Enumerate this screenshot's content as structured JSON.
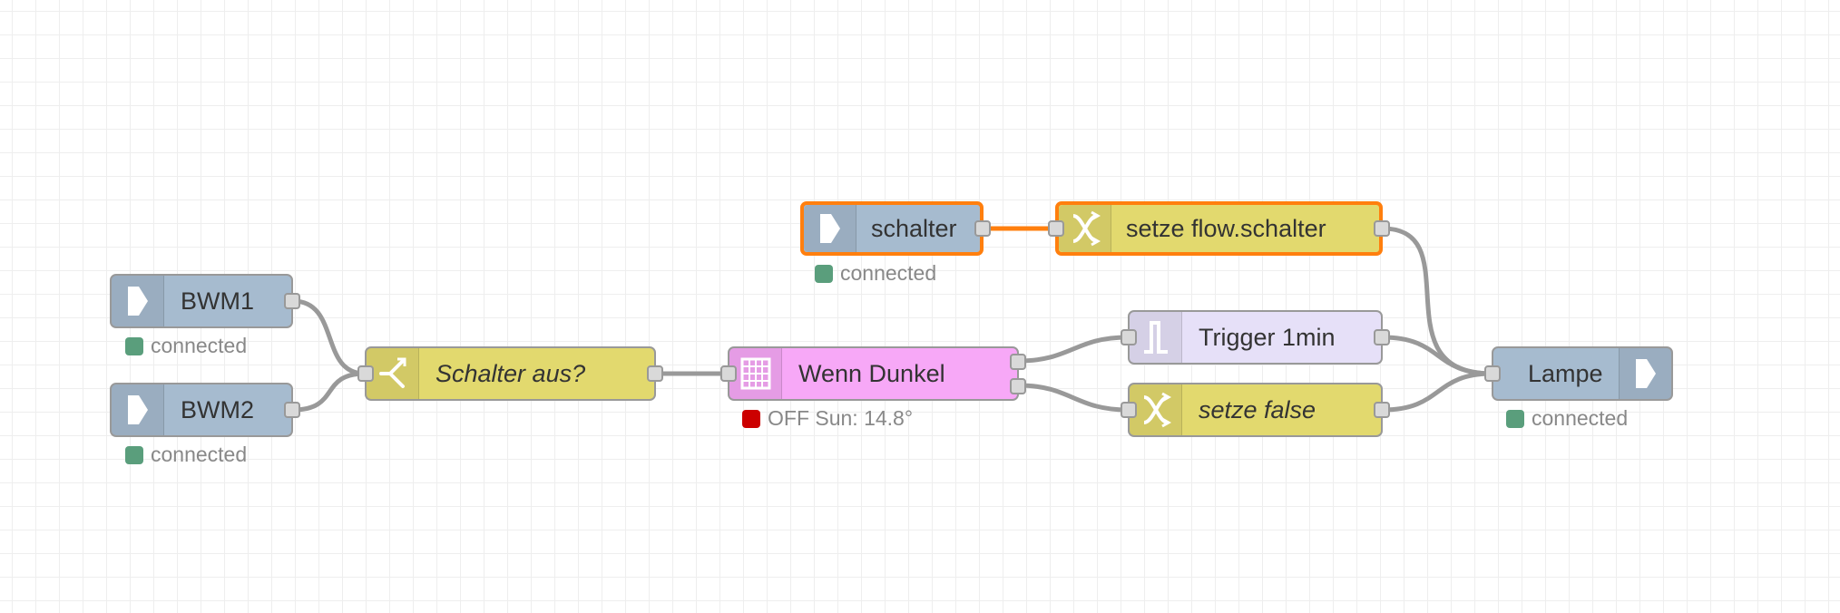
{
  "colors": {
    "mqtt": "#a6bbcf",
    "function": "#e2d96e",
    "trigger": "#e6e0f8",
    "time": "#f7a8f7",
    "wire": "#999999",
    "wire_selected": "#ff7f0e",
    "status_green": "#5a9e7c",
    "status_red": "#cc0000"
  },
  "nodes": {
    "bwm1": {
      "label": "BWM1",
      "status": "connected",
      "icon": "arrow-in-icon"
    },
    "bwm2": {
      "label": "BWM2",
      "status": "connected",
      "icon": "arrow-in-icon"
    },
    "switch": {
      "label": "Schalter aus?",
      "icon": "switch-icon"
    },
    "time": {
      "label": "Wenn Dunkel",
      "status": "OFF Sun: 14.8°",
      "icon": "calendar-icon"
    },
    "schalter": {
      "label": "schalter",
      "status": "connected",
      "icon": "arrow-in-icon"
    },
    "setze_flow": {
      "label": "setze flow.schalter",
      "icon": "shuffle-icon"
    },
    "trigger": {
      "label": "Trigger 1min",
      "icon": "trigger-icon"
    },
    "setze_false": {
      "label": "setze false",
      "icon": "shuffle-icon"
    },
    "lampe": {
      "label": "Lampe",
      "status": "connected",
      "icon": "arrow-out-icon"
    }
  }
}
